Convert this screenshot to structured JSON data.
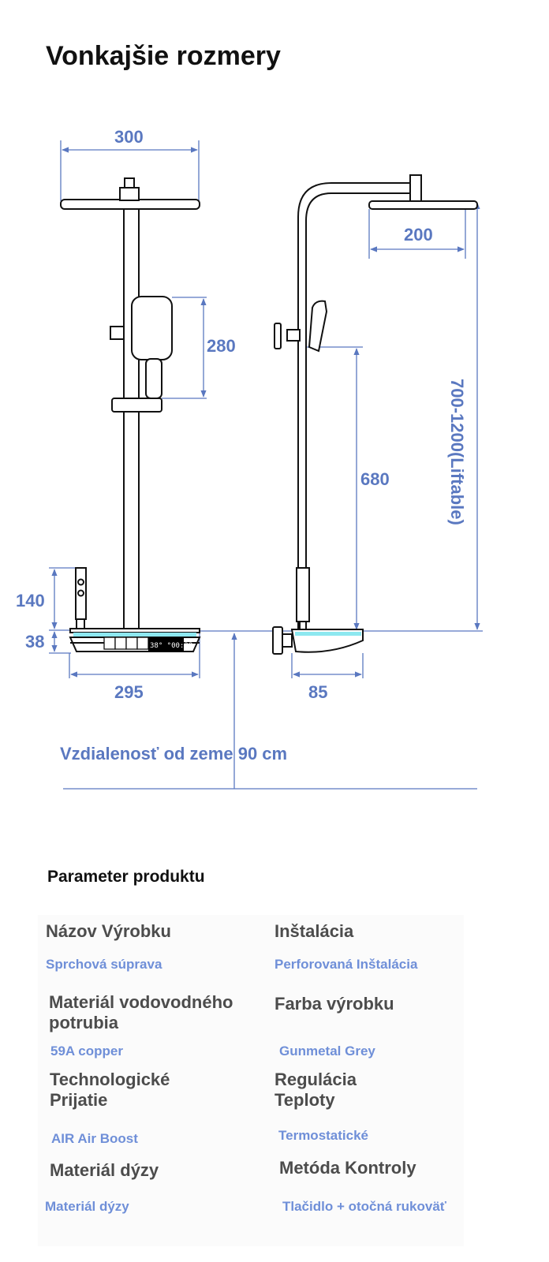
{
  "title": "Vonkajšie rozmery",
  "dimensions": {
    "head_width_front": "300",
    "handheld_height": "280",
    "controller_height": "140",
    "base_height": "38",
    "base_width": "295",
    "head_width_side": "200",
    "riser_height": "680",
    "lift_range": "700-1200(Liftable)",
    "base_depth": "85",
    "display_readout": "38° °00:28"
  },
  "distance_note": "Vzdialenosť od zeme 90 cm",
  "params": {
    "title": "Parameter produktu",
    "items": [
      {
        "label": "Názov Výrobku",
        "value": "Sprchová súprava"
      },
      {
        "label": "Inštalácia",
        "value": "Perforovaná Inštalácia"
      },
      {
        "label": "Materiál vodovodného potrubia",
        "value": "59A copper"
      },
      {
        "label": "Farba výrobku",
        "value": "Gunmetal Grey"
      },
      {
        "label": "Technologické Prijatie",
        "value": "AIR Air Boost"
      },
      {
        "label": "Regulácia Teploty",
        "value": "Termostatické"
      },
      {
        "label": "Materiál dýzy",
        "value": "Materiál dýzy"
      },
      {
        "label": "Metóda Kontroly",
        "value": "Tlačidlo + otočná rukoväť"
      }
    ]
  },
  "colors": {
    "dimension": "#5a78c0",
    "value": "#6f8fd8",
    "accent_light": "#8de8f0"
  }
}
